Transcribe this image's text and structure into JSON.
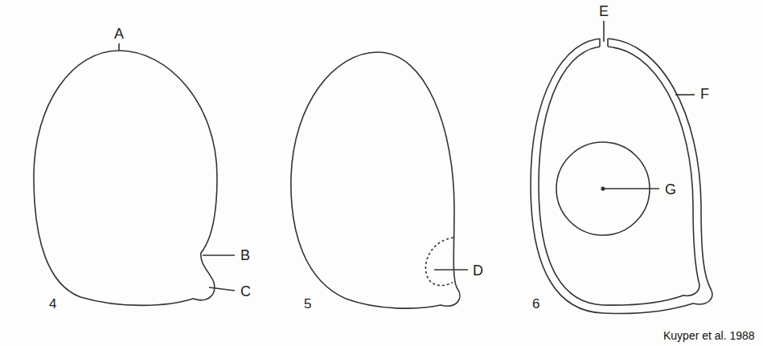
{
  "diagram": {
    "caption": "Kuyper et al. 1988",
    "labels": [
      "A",
      "B",
      "C",
      "4",
      "D",
      "5",
      "E",
      "F",
      "G",
      "6"
    ]
  }
}
